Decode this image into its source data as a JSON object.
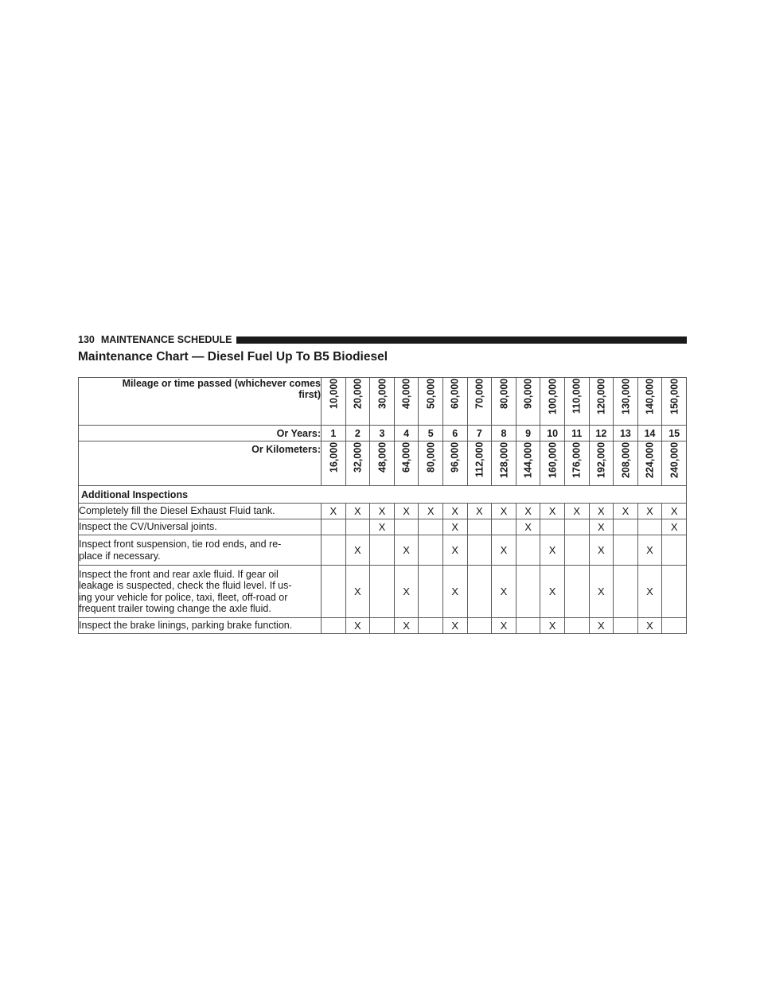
{
  "header": {
    "page_number": "130",
    "section": "MAINTENANCE SCHEDULE"
  },
  "title": "Maintenance Chart — Diesel Fuel Up To B5 Biodiesel",
  "table": {
    "mileage_label_line1": "Mileage or time passed (whichever comes",
    "mileage_label_line2": "first)",
    "years_label": "Or Years:",
    "km_label": "Or Kilometers:",
    "section_label": "Additional Inspections",
    "miles": [
      "10,000",
      "20,000",
      "30,000",
      "40,000",
      "50,000",
      "60,000",
      "70,000",
      "80,000",
      "90,000",
      "100,000",
      "110,000",
      "120,000",
      "130,000",
      "140,000",
      "150,000"
    ],
    "years": [
      "1",
      "2",
      "3",
      "4",
      "5",
      "6",
      "7",
      "8",
      "9",
      "10",
      "11",
      "12",
      "13",
      "14",
      "15"
    ],
    "kilometers": [
      "16,000",
      "32,000",
      "48,000",
      "64,000",
      "80,000",
      "96,000",
      "112,000",
      "128,000",
      "144,000",
      "160,000",
      "176,000",
      "192,000",
      "208,000",
      "224,000",
      "240,000"
    ],
    "rows": [
      {
        "lines": [
          "Completely fill the Diesel Exhaust Fluid tank."
        ],
        "marks": [
          "X",
          "X",
          "X",
          "X",
          "X",
          "X",
          "X",
          "X",
          "X",
          "X",
          "X",
          "X",
          "X",
          "X",
          "X"
        ]
      },
      {
        "lines": [
          "Inspect the CV/Universal joints."
        ],
        "marks": [
          "",
          "",
          "X",
          "",
          "",
          "X",
          "",
          "",
          "X",
          "",
          "",
          "X",
          "",
          "",
          "X"
        ]
      },
      {
        "lines": [
          "Inspect front suspension, tie rod ends, and re-",
          "place if necessary."
        ],
        "marks": [
          "",
          "X",
          "",
          "X",
          "",
          "X",
          "",
          "X",
          "",
          "X",
          "",
          "X",
          "",
          "X",
          ""
        ]
      },
      {
        "lines": [
          "Inspect the front and rear axle fluid. If gear oil",
          "leakage is suspected, check the fluid level. If us-",
          "ing your vehicle for police, taxi, fleet, off-road or",
          "frequent trailer towing change the axle fluid."
        ],
        "marks": [
          "",
          "X",
          "",
          "X",
          "",
          "X",
          "",
          "X",
          "",
          "X",
          "",
          "X",
          "",
          "X",
          ""
        ]
      },
      {
        "lines": [
          "Inspect the brake linings, parking brake function."
        ],
        "marks": [
          "",
          "X",
          "",
          "X",
          "",
          "X",
          "",
          "X",
          "",
          "X",
          "",
          "X",
          "",
          "X",
          ""
        ]
      }
    ]
  }
}
